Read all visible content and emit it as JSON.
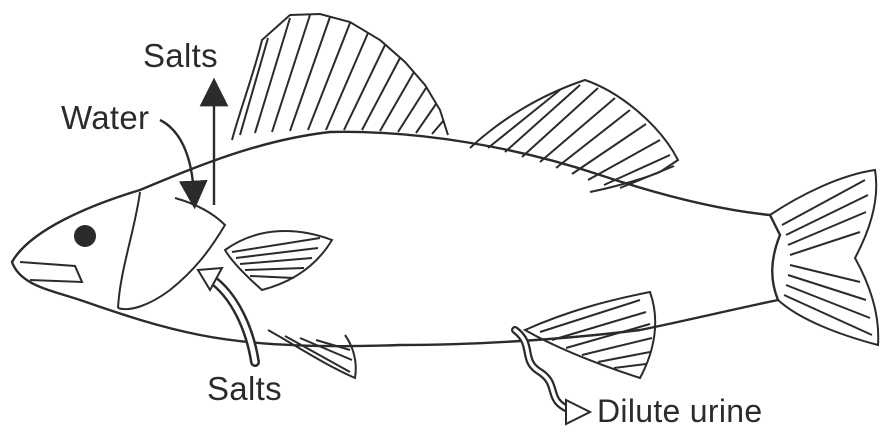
{
  "labels": {
    "salts_out": "Salts",
    "water_in": "Water",
    "salts_in": "Salts",
    "urine": "Dilute urine"
  },
  "colors": {
    "ink": "#2b2b2b",
    "background": "#ffffff"
  }
}
